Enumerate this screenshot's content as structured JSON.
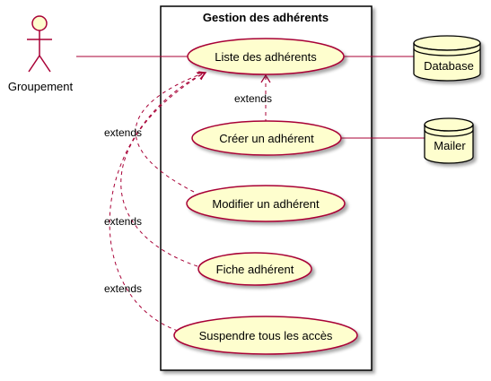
{
  "system": {
    "title": "Gestion des adhérents"
  },
  "actor": {
    "name": "Groupement"
  },
  "use_cases": {
    "liste": "Liste des adhérents",
    "creer": "Créer un adhérent",
    "modifier": "Modifier un adhérent",
    "fiche": "Fiche adhérent",
    "suspendre": "Suspendre tous les accès"
  },
  "databases": {
    "database": "Database",
    "mailer": "Mailer"
  },
  "relations": {
    "creer_extends": "extends",
    "modifier_extends": "extends",
    "fiche_extends": "extends",
    "suspendre_extends": "extends"
  },
  "colors": {
    "fill": "#FEFECE",
    "stroke": "#A80036",
    "shadow": "#C8C8C8"
  }
}
